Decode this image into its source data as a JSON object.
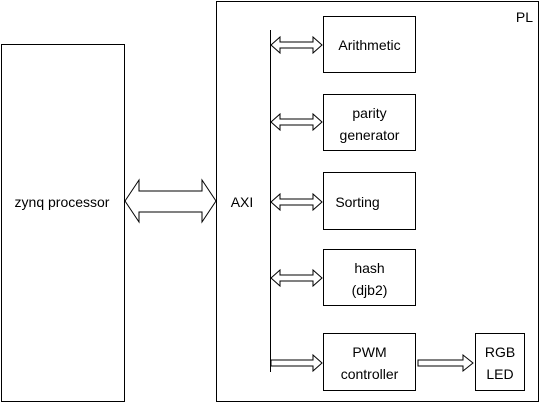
{
  "processor": {
    "label": "zynq processor"
  },
  "pl": {
    "label": "PL"
  },
  "axi": {
    "label": "AXI"
  },
  "blocks": {
    "arithmetic": {
      "lines": [
        "Arithmetic"
      ]
    },
    "parity": {
      "lines": [
        "parity",
        "generator"
      ]
    },
    "sorting": {
      "lines": [
        "Sorting"
      ]
    },
    "hash": {
      "lines": [
        "hash",
        "(djb2)"
      ]
    },
    "pwm": {
      "lines": [
        "PWM",
        "controller"
      ]
    },
    "rgb": {
      "lines": [
        "RGB",
        "LED"
      ]
    }
  }
}
